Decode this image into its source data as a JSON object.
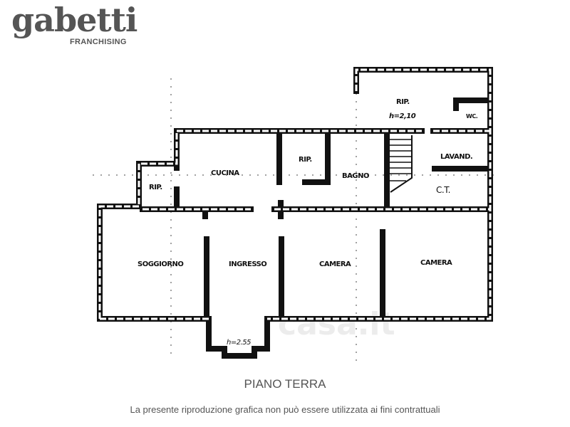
{
  "logo": {
    "word": "gabetti",
    "sub": "FRANCHISING"
  },
  "watermark": "casa.it",
  "rooms": {
    "rip_left": "RIP.",
    "cucina": "CUCINA",
    "rip_mid": "RIP.",
    "bagno": "BAGNO",
    "rip_top": "RIP.",
    "rip_top_height": "h=2,10",
    "wc": "WC.",
    "lavand": "LAVAND.",
    "ct": "C.T.",
    "soggiorno": "SOGGIORNO",
    "ingresso": "INGRESSO",
    "camera1": "CAMERA",
    "camera2": "CAMERA",
    "entry_height": "h=2.55"
  },
  "floor_title": "PIANO TERRA",
  "disclaimer": "La presente riproduzione grafica non può essere utilizzata ai fini contrattuali"
}
